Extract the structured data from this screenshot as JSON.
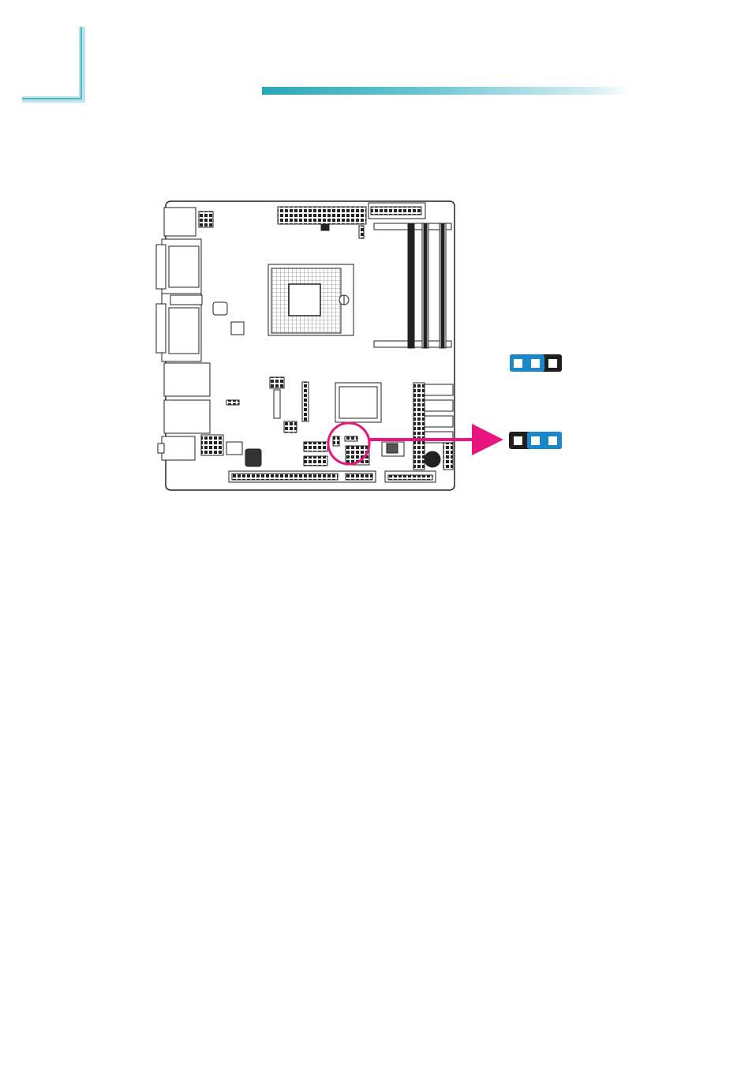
{
  "page": {
    "accent_color": "#1ba6b8",
    "callout_color": "#e8157f"
  },
  "diagram": {
    "board": "motherboard-layout",
    "highlight": "jumper-location-circle",
    "jumper_settings": [
      {
        "pins": 3,
        "closed_pins": [
          1,
          2
        ],
        "color": "#1b86c9",
        "open_color": "#1e1e1e"
      },
      {
        "pins": 3,
        "closed_pins": [
          2,
          3
        ],
        "color": "#1b86c9",
        "open_color": "#1e1e1e"
      }
    ]
  }
}
